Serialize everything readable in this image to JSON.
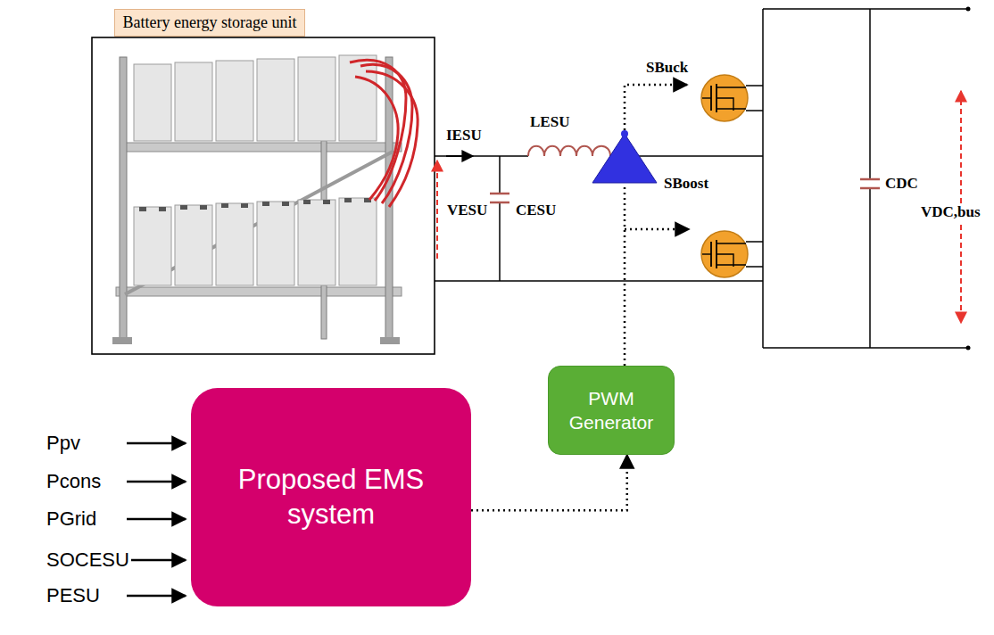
{
  "diagram": {
    "nodes": [
      {
        "text": [
          "Battery energy storage unit"
        ]
      },
      {
        "text": [
          "Proposed EMS system"
        ]
      },
      {
        "text": [
          "PWM Generator"
        ]
      }
    ],
    "edges": [
      {
        "from": 1,
        "to": 2,
        "arrow": "to"
      }
    ],
    "labels": [
      "IESU",
      "LESU",
      "SBuck",
      "VESU",
      "CESU",
      "SBoost",
      "CDC",
      "VDC,bus",
      "Ppv",
      "Pcons",
      "PGrid",
      "SOCESU",
      "PESU"
    ]
  }
}
